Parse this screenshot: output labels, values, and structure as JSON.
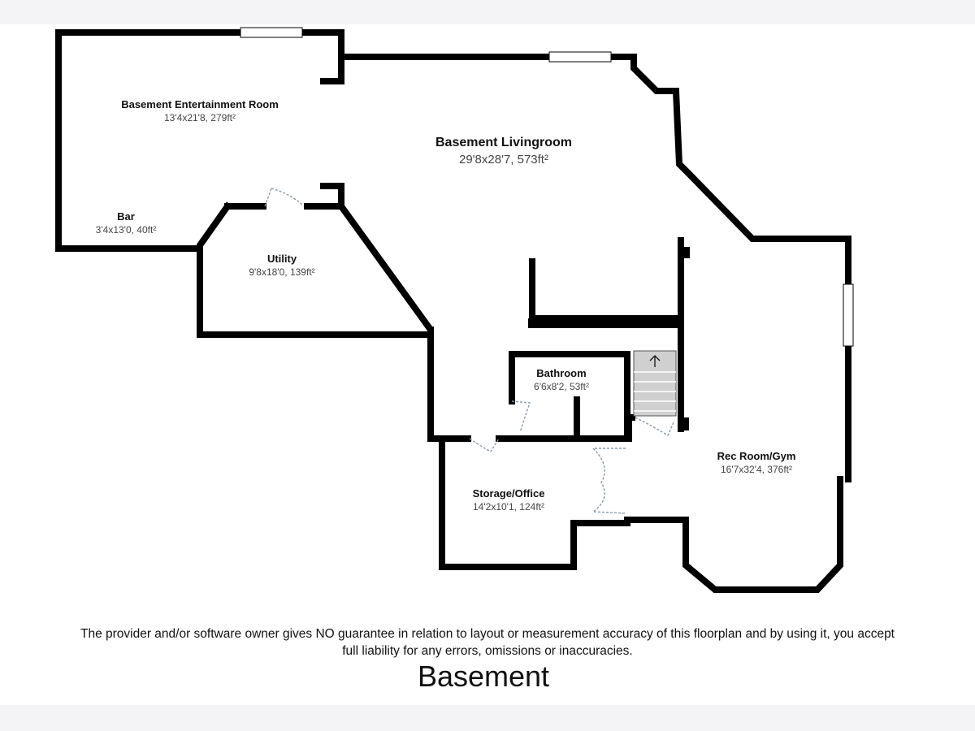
{
  "floor_title": "Basement",
  "disclaimer": {
    "line1": "The provider and/or software owner gives NO guarantee in relation to layout or measurement accuracy of this floorplan and by using it, you accept",
    "line2": "full liability for any errors, omissions or inaccuracies."
  },
  "rooms": {
    "entertainment": {
      "name": "Basement Entertainment Room",
      "dims": "13'4x21'8, 279ft²"
    },
    "livingroom": {
      "name": "Basement Livingroom",
      "dims": "29'8x28'7, 573ft²"
    },
    "bar": {
      "name": "Bar",
      "dims": "3'4x13'0, 40ft²"
    },
    "utility": {
      "name": "Utility",
      "dims": "9'8x18'0, 139ft²"
    },
    "bathroom": {
      "name": "Bathroom",
      "dims": "6'6x8'2, 53ft²"
    },
    "rec_room": {
      "name": "Rec Room/Gym",
      "dims": "16'7x32'4, 376ft²"
    },
    "storage": {
      "name": "Storage/Office",
      "dims": "14'2x10'1, 124ft²"
    }
  },
  "stair_icon": "up-arrow-icon",
  "colors": {
    "wall": "#000000",
    "door": "#8a9aa8",
    "stair_fill": "#d0d0d0",
    "background": "#f4f4f6"
  }
}
